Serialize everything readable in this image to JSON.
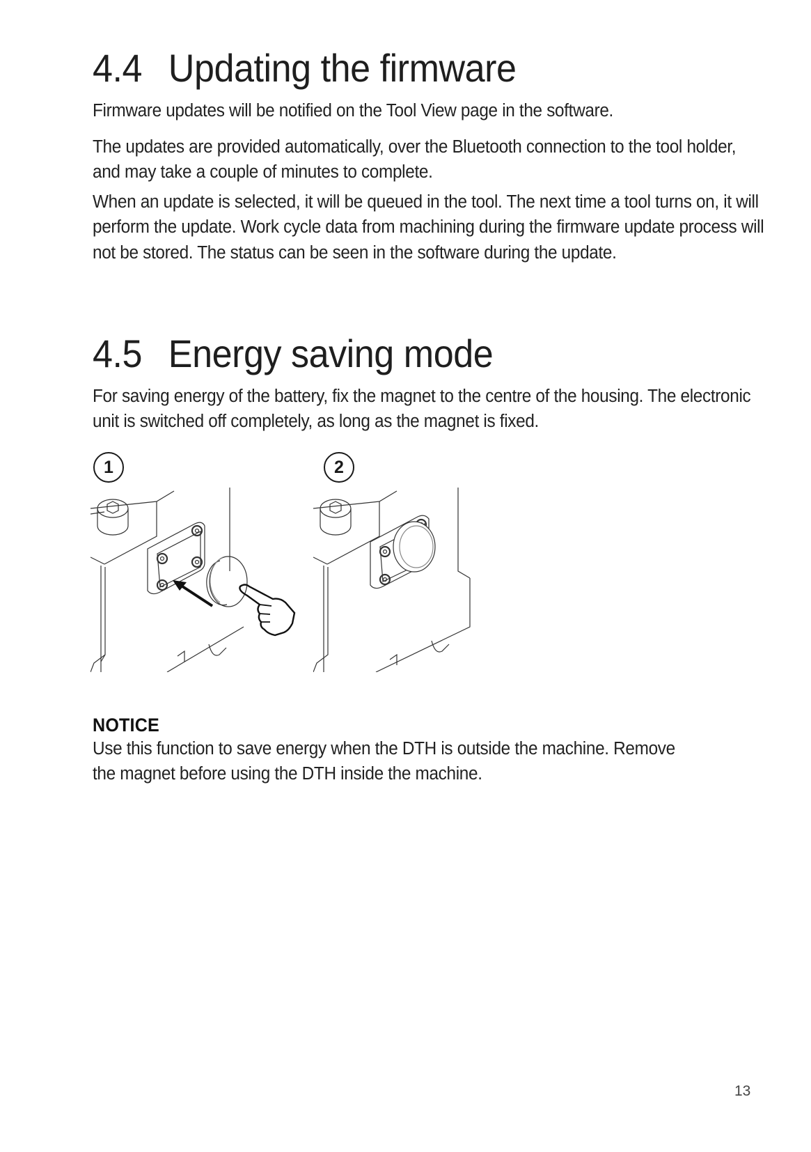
{
  "section_44": {
    "number": "4.4",
    "title": "Updating the firmware",
    "paragraphs": [
      "Firmware updates will be notified on the Tool View page in the software.",
      "The updates are provided automatically, over the Bluetooth connection to the tool holder, and may take a couple of minutes to complete.",
      "When an update is selected, it will be queued in the tool. The next time a tool turns on, it will perform the update. Work cycle data from machining during the firmware update process will not be stored. The status can be seen in the software during the update."
    ]
  },
  "section_45": {
    "number": "4.5",
    "title": "Energy saving mode",
    "paragraphs": [
      "For saving energy of the battery, fix the magnet to the centre of the housing. The electronic unit is switched off completely, as long as the magnet is fixed."
    ],
    "figure": {
      "steps": [
        {
          "marker": "1",
          "description": "Press the magnet onto the centre of the housing (arrow and pointing hand)"
        },
        {
          "marker": "2",
          "description": "Magnet fixed on the housing"
        }
      ]
    }
  },
  "notice": {
    "title": "NOTICE",
    "text": "Use this function to save energy when the DTH is outside the machine. Remove the magnet before using the DTH inside the machine."
  },
  "footer": {
    "page_number": "13"
  }
}
